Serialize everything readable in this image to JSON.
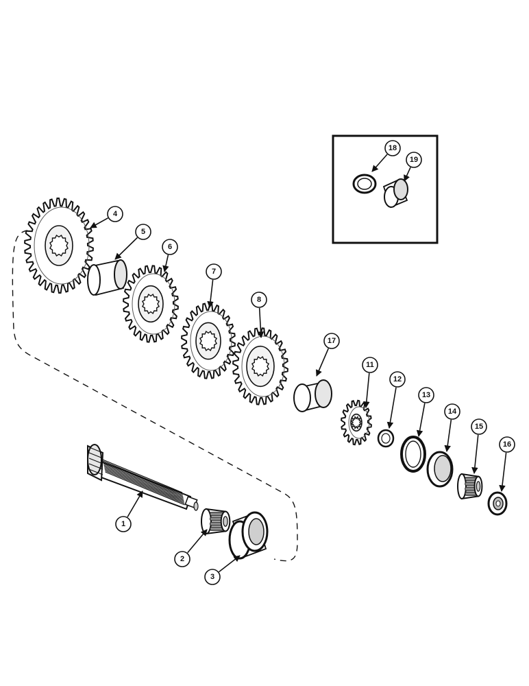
{
  "callouts": [
    {
      "id": "1",
      "label": "1"
    },
    {
      "id": "2",
      "label": "2"
    },
    {
      "id": "3",
      "label": "3"
    },
    {
      "id": "4",
      "label": "4"
    },
    {
      "id": "5",
      "label": "5"
    },
    {
      "id": "6",
      "label": "6"
    },
    {
      "id": "7",
      "label": "7"
    },
    {
      "id": "8",
      "label": "8"
    },
    {
      "id": "11",
      "label": "11"
    },
    {
      "id": "12",
      "label": "12"
    },
    {
      "id": "13",
      "label": "13"
    },
    {
      "id": "14",
      "label": "14"
    },
    {
      "id": "15",
      "label": "15"
    },
    {
      "id": "16",
      "label": "16"
    },
    {
      "id": "17",
      "label": "17"
    },
    {
      "id": "18",
      "label": "18"
    },
    {
      "id": "19",
      "label": "19"
    }
  ]
}
